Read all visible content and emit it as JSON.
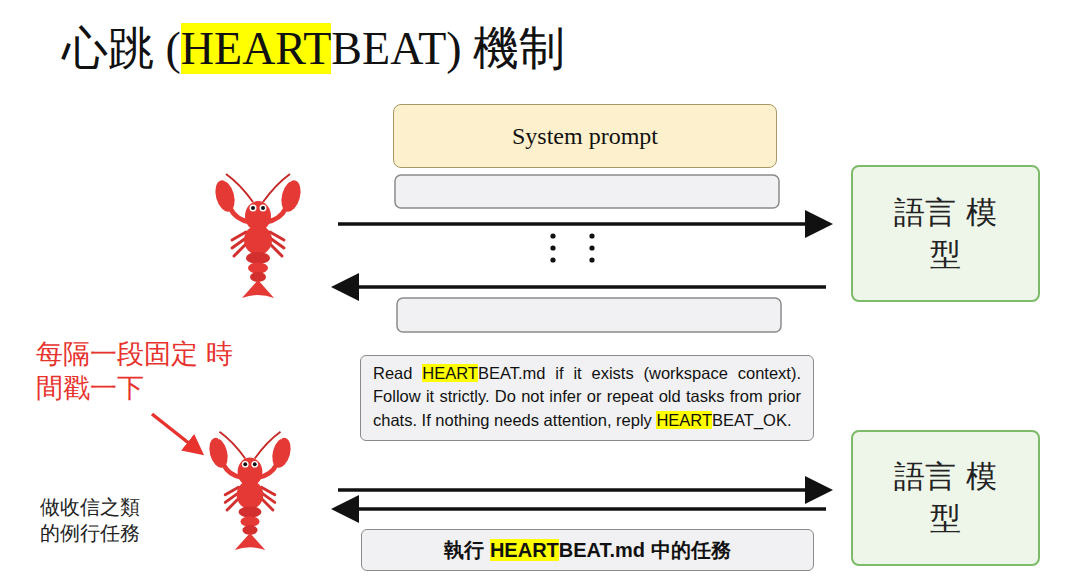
{
  "diagram": {
    "title": "心跳 (HEARTBEAT) 機制",
    "nodes": [
      {
        "text": [
          "System prompt"
        ]
      },
      {
        "text": [
          "語言 模型"
        ]
      },
      {
        "text": [
          "Read HEARTBEAT.md if it exists (workspace context). Follow it strictly. Do not infer or repeat old tasks from prior chats. If nothing needs attention, reply HEARTBEAT_OK."
        ]
      },
      {
        "text": [
          "語言 模型"
        ]
      },
      {
        "text": [
          "執行 HEARTBEAT.md 中的任務"
        ]
      }
    ],
    "labels": [
      "每隔一段固定 時間戳一下",
      "做收信之類 的例行任務"
    ]
  }
}
